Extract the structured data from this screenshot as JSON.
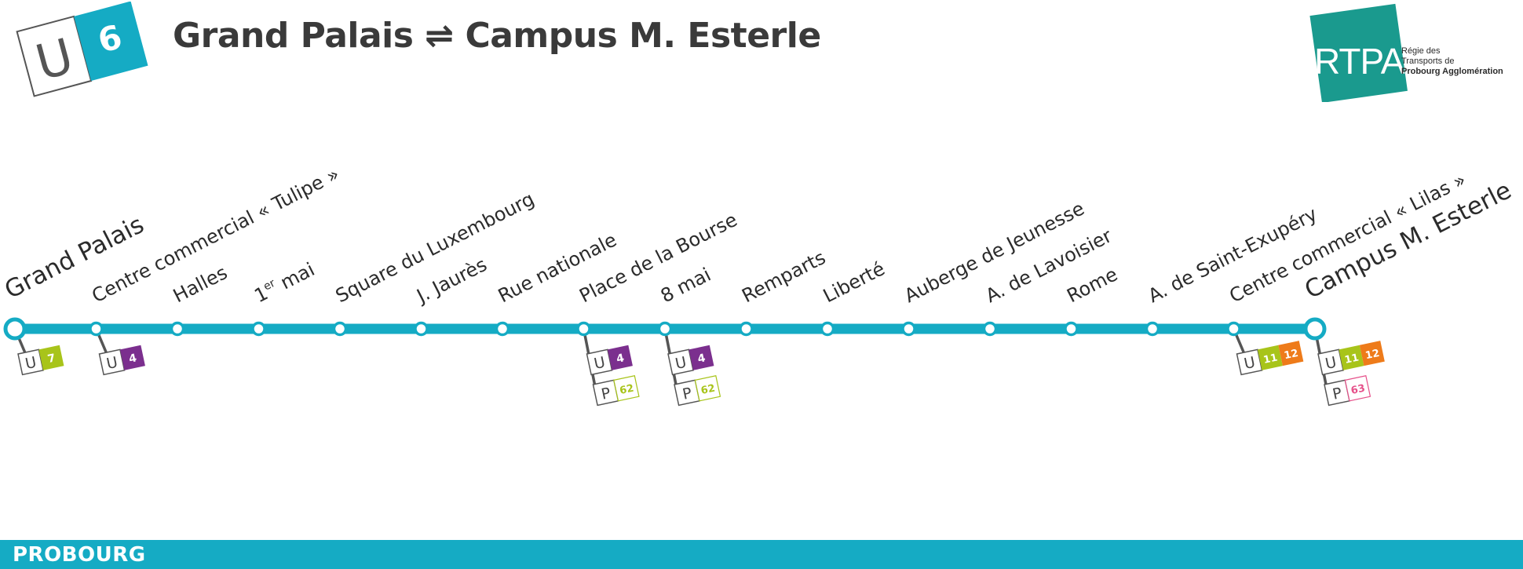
{
  "header": {
    "line_mode": "U",
    "line_number": "6",
    "title": "Grand Palais ⇌ Campus M. Esterle"
  },
  "logo": {
    "abbr": "RTPA",
    "tagline": [
      "Régie des",
      "Transports de",
      "Probourg Agglomération"
    ]
  },
  "colors": {
    "line": "#15abc4",
    "logo": "#1a9a8e",
    "u7": "#a8c41a",
    "u4": "#7b2f8e",
    "u11": "#a8c41a",
    "u12": "#ee7b1a",
    "p62": "#a8c41a",
    "p63": "#e6518a"
  },
  "stations": [
    {
      "name": "Grand Palais",
      "terminus": true,
      "connections": [
        {
          "mode": "U",
          "lines": [
            {
              "num": "7",
              "color": "#a8c41a"
            }
          ]
        }
      ]
    },
    {
      "name": "Centre commercial « Tulipe »",
      "connections": [
        {
          "mode": "U",
          "lines": [
            {
              "num": "4",
              "color": "#7b2f8e"
            }
          ]
        }
      ]
    },
    {
      "name": "Halles",
      "connections": []
    },
    {
      "name": "1",
      "sup": "er",
      "tail": " mai",
      "connections": []
    },
    {
      "name": "Square du Luxembourg",
      "connections": []
    },
    {
      "name": "J. Jaurès",
      "connections": []
    },
    {
      "name": "Rue nationale",
      "connections": []
    },
    {
      "name": "Place de la Bourse",
      "connections": [
        {
          "mode": "U",
          "lines": [
            {
              "num": "4",
              "color": "#7b2f8e"
            }
          ]
        },
        {
          "mode": "P",
          "outline": true,
          "lines": [
            {
              "num": "62",
              "color": "#a8c41a"
            }
          ]
        }
      ]
    },
    {
      "name": "8 mai",
      "connections": [
        {
          "mode": "U",
          "lines": [
            {
              "num": "4",
              "color": "#7b2f8e"
            }
          ]
        },
        {
          "mode": "P",
          "outline": true,
          "lines": [
            {
              "num": "62",
              "color": "#a8c41a"
            }
          ]
        }
      ]
    },
    {
      "name": "Remparts",
      "connections": []
    },
    {
      "name": "Liberté",
      "connections": []
    },
    {
      "name": "Auberge de Jeunesse",
      "connections": []
    },
    {
      "name": "A. de Lavoisier",
      "connections": []
    },
    {
      "name": "Rome",
      "connections": []
    },
    {
      "name": "A. de Saint-Exupéry",
      "connections": []
    },
    {
      "name": "Centre commercial « Lilas »",
      "connections": [
        {
          "mode": "U",
          "lines": [
            {
              "num": "11",
              "color": "#a8c41a"
            },
            {
              "num": "12",
              "color": "#ee7b1a"
            }
          ]
        }
      ]
    },
    {
      "name": "Campus M. Esterle",
      "terminus": true,
      "connections": [
        {
          "mode": "U",
          "lines": [
            {
              "num": "11",
              "color": "#a8c41a"
            },
            {
              "num": "12",
              "color": "#ee7b1a"
            }
          ]
        },
        {
          "mode": "P",
          "outline": true,
          "lines": [
            {
              "num": "63",
              "color": "#e6518a"
            }
          ]
        }
      ]
    }
  ],
  "footer": {
    "city": "PROBOURG"
  }
}
